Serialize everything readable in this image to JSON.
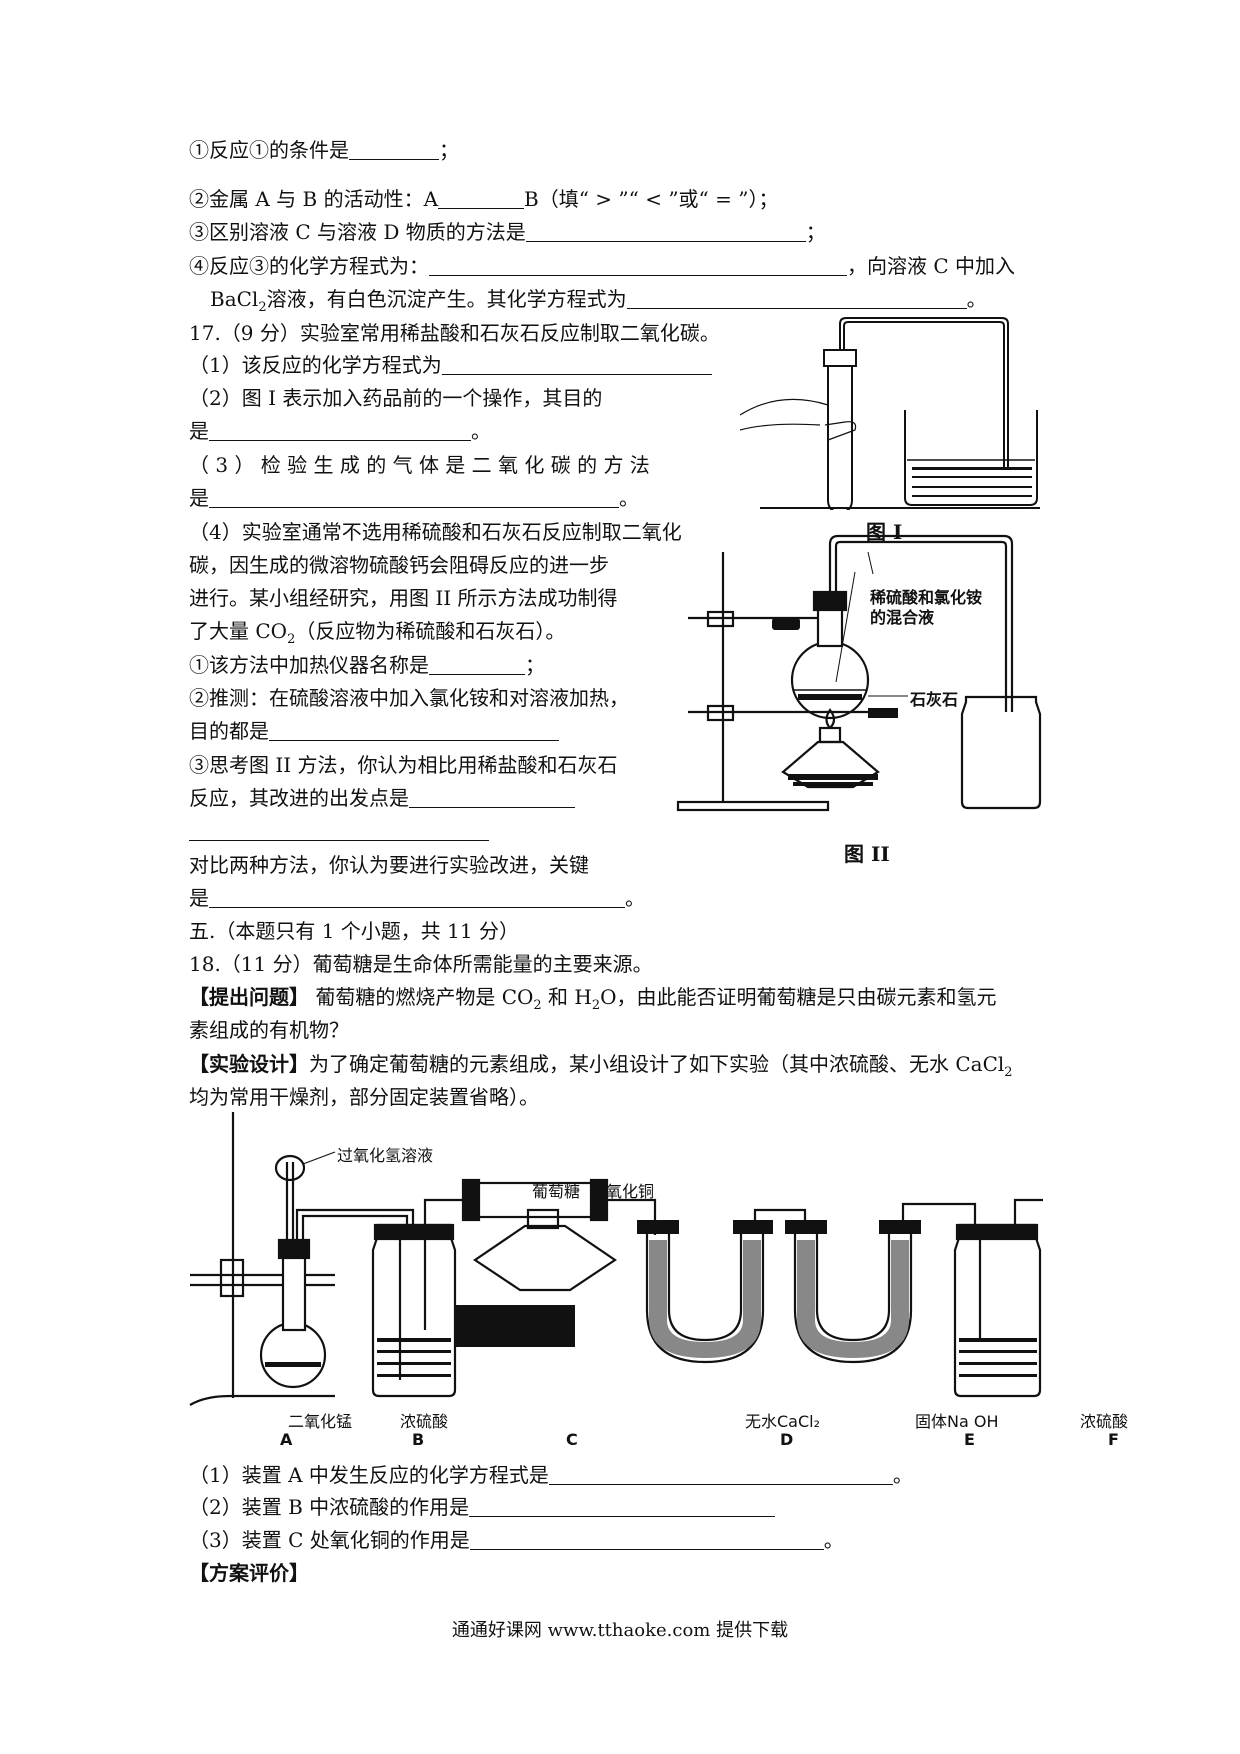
{
  "q16": {
    "l1": "①反应①的条件是",
    "l1_end": "；",
    "l2a": "②金属 A 与 B 的活动性：A",
    "l2b": "B（填“ > ”“ < ”或“ = ”）；",
    "l3": "③区别溶液 C 与溶液 D 物质的方法是",
    "l3_end": "；",
    "l4a": "④反应③的化学方程式为：",
    "l4b": "，向溶液  C  中加入",
    "l5a": "BaCl",
    "l5sub": "2",
    "l5b": "溶液，有白色沉淀产生。其化学方程式为",
    "l5_end": "。"
  },
  "q17": {
    "title": "17.（9 分）实验室常用稀盐酸和石灰石反应制取二氧化碳。",
    "p1": "（1）该反应的化学方程式为",
    "p2a": "（2）图 I 表示加入药品前的一个操作，其目的",
    "p2b": "是",
    "p2_end": "。",
    "p3a": "（ 3 ） 检 验 生 成 的 气 体 是 二 氧 化 碳 的 方 法",
    "p3b": "是",
    "p3_end": "。",
    "p4a": "（4）实验室通常不选用稀硫酸和石灰石反应制取二氧化",
    "p4b": "碳，因生成的微溶物硫酸钙会阻碍反应的进一步",
    "p4c": "进行。某小组经研究，用图 II 所示方法成功制得",
    "p4d1": "了大量 CO",
    "p4dsub": "2",
    "p4d2": "（反应物为稀硫酸和石灰石）。",
    "s1": "①该方法中加热仪器名称是",
    "s1_end": "；",
    "s2a": "②推测：在硫酸溶液中加入氯化铵和对溶液加热，",
    "s2b": "目的都是",
    "s3a": "③思考图 II 方法，你认为相比用稀盐酸和石灰石",
    "s3b": "反应，其改进的出发点是",
    "s4a": "对比两种方法，你认为要进行实验改进，关键",
    "s4b": "是",
    "s4_end": "。",
    "fig1_caption": "图 I",
    "fig2_caption": "图 II",
    "fig2_label_liquid": "稀硫酸和氯化铵",
    "fig2_label_liquid2": "的混合液",
    "fig2_label_stone": "石灰石"
  },
  "q18": {
    "section": "五.（本题只有 1 个小题，共 11 分）",
    "title": "18.（11 分）葡萄糖是生命体所需能量的主要来源。",
    "ask_tag": "【提出问题】",
    "ask1a": " 葡萄糖的燃烧产物是 CO",
    "ask1sub1": "2",
    "ask1b": " 和 H",
    "ask1sub2": "2",
    "ask1c": "O，由此能否证明葡萄糖是只由碳元素和氢元",
    "ask2": "素组成的有机物？",
    "design_tag": "【实验设计】",
    "design1a": "为了确定葡萄糖的元素组成，某小组设计了如下实验（其中浓硫酸、无水 CaCl",
    "design1sub": "2",
    "design2": "均为常用干燥剂，部分固定装置省略）。",
    "fig_labels": {
      "h2o2": "过氧化氢溶液",
      "glucose": "葡萄糖",
      "cuo": "氧化铜",
      "mno2": "二氧化锰",
      "h2so4_b": "浓硫酸",
      "cacl2": "无水CaCl₂",
      "naoh": "固体Na OH",
      "h2so4_f": "浓硫酸",
      "A": "A",
      "B": "B",
      "C": "C",
      "D": "D",
      "E": "E",
      "F": "F"
    },
    "q1": "（1）装置 A 中发生反应的化学方程式是",
    "q1_end": "。",
    "q2": "（2）装置 B 中浓硫酸的作用是",
    "q3": "（3）装置 C 处氧化铜的作用是",
    "q3_end": "。",
    "eval_tag": "【方案评价】"
  },
  "footer": "通通好课网  www.tthaoke.com  提供下载"
}
